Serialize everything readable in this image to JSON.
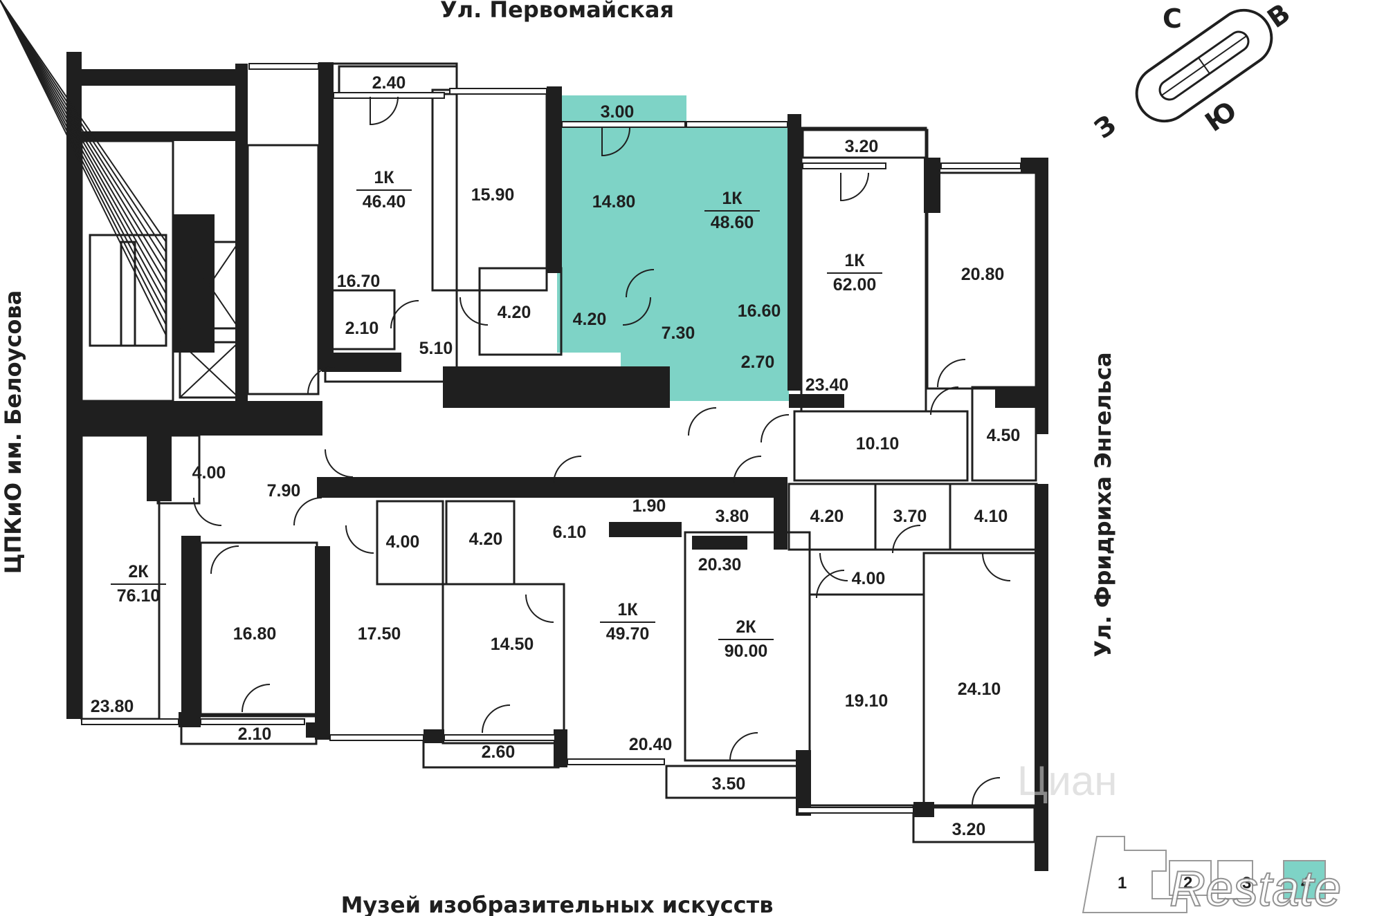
{
  "streets": {
    "top": "Ул. Первомайская",
    "bottom": "Музей изобразительных искусств",
    "left": "ЦПКиО им. Белоусова",
    "right": "Ул. Фридриха Энгельса"
  },
  "compass": {
    "north": "С",
    "east": "В",
    "south": "Ю",
    "west": "З"
  },
  "highlight_color": "#7ed3c6",
  "apartments": [
    {
      "type": "1К",
      "area": "46.40"
    },
    {
      "type": "1К",
      "area": "48.60"
    },
    {
      "type": "1К",
      "area": "62.00"
    },
    {
      "type": "2К",
      "area": "76.10"
    },
    {
      "type": "1К",
      "area": "49.70"
    },
    {
      "type": "2К",
      "area": "90.00"
    }
  ],
  "rooms": [
    "2.40",
    "15.90",
    "3.00",
    "14.80",
    "16.70",
    "4.20",
    "4.20",
    "7.30",
    "16.60",
    "2.10",
    "5.10",
    "2.70",
    "3.20",
    "20.80",
    "23.40",
    "10.10",
    "4.50",
    "4.00",
    "7.90",
    "4.00",
    "4.20",
    "6.10",
    "1.90",
    "3.80",
    "4.20",
    "3.70",
    "4.10",
    "20.30",
    "4.00",
    "16.80",
    "17.50",
    "14.50",
    "19.10",
    "24.10",
    "23.80",
    "2.10",
    "2.60",
    "20.40",
    "3.50",
    "3.20"
  ],
  "mini_map": {
    "sections": [
      "1",
      "2",
      "3",
      "4"
    ]
  },
  "watermarks": [
    "Циан",
    "Restate"
  ]
}
